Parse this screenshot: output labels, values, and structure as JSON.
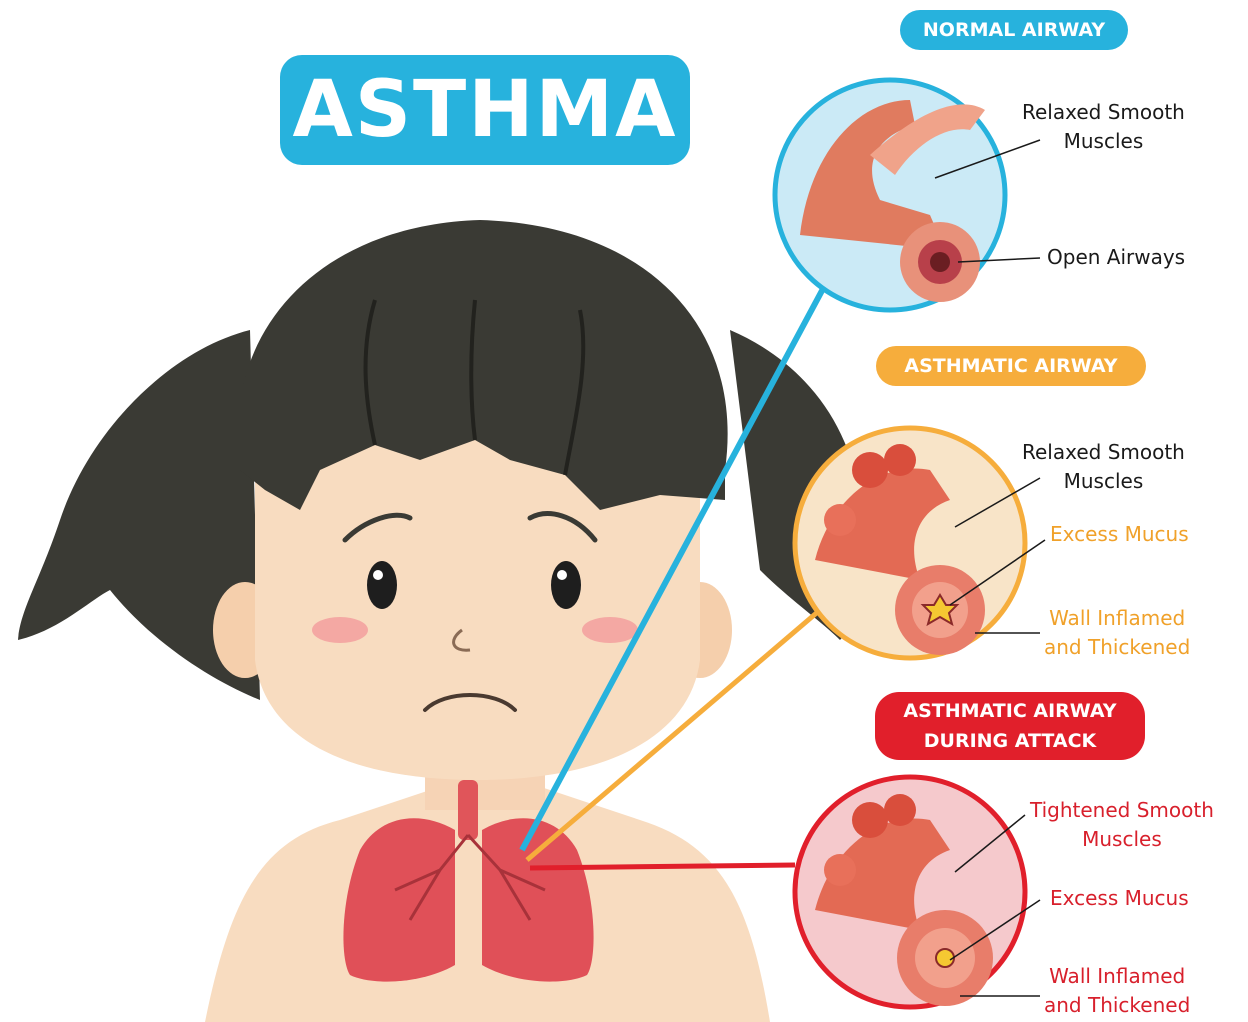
{
  "title": "ASTHMA",
  "sections": {
    "normal": {
      "heading": "NORMAL AIRWAY",
      "color": "#27b2dd",
      "labels": [
        "Relaxed Smooth\nMuscles",
        "Open Airways"
      ]
    },
    "asthmatic": {
      "heading": "ASTHMATIC AIRWAY",
      "color": "#f6ad3c",
      "labels": [
        "Relaxed Smooth\nMuscles",
        "Excess Mucus",
        "Wall Inflamed\nand Thickened"
      ]
    },
    "attack": {
      "heading_line1": "ASTHMATIC AIRWAY",
      "heading_line2": "DURING ATTACK",
      "color": "#e11f2b",
      "labels": [
        "Tightened Smooth\nMuscles",
        "Excess Mucus",
        "Wall Inflamed\nand Thickened"
      ]
    }
  },
  "n": {
    "relaxed_1": "Relaxed Smooth",
    "relaxed_2": "Muscles",
    "open": "Open Airways"
  },
  "a": {
    "relaxed_1": "Relaxed Smooth",
    "relaxed_2": "Muscles",
    "mucus": "Excess Mucus",
    "wall_1": "Wall Inflamed",
    "wall_2": "and Thickened"
  },
  "t": {
    "tight_1": "Tightened Smooth",
    "tight_2": "Muscles",
    "mucus": "Excess Mucus",
    "wall_1": "Wall Inflamed",
    "wall_2": "and Thickened"
  }
}
